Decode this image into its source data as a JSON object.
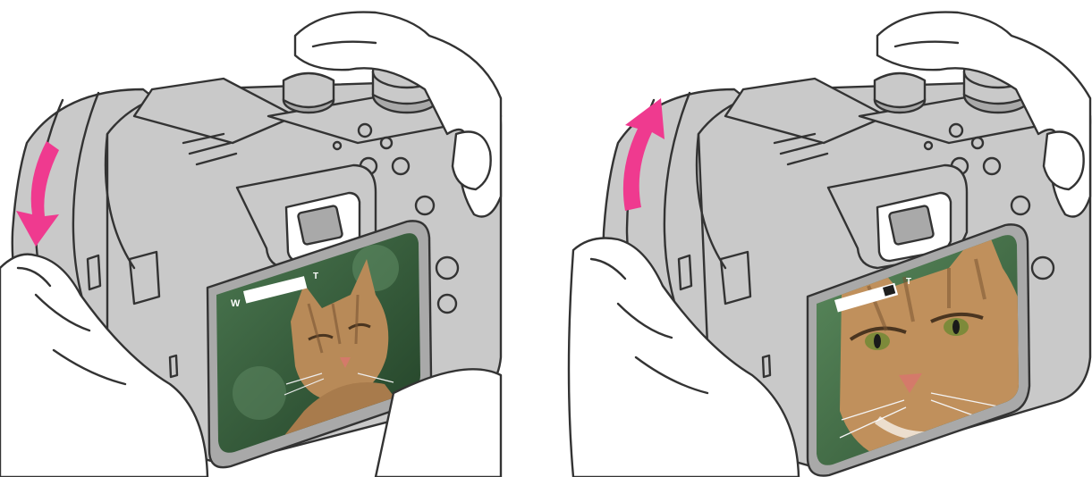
{
  "illustrations": [
    {
      "id": "zoom-out",
      "rotation": "down",
      "subject_size": "small"
    },
    {
      "id": "zoom-in",
      "rotation": "up",
      "subject_size": "large"
    }
  ],
  "colors": {
    "arrow": "#ef3a8f",
    "camera_body": "#c9c9c9",
    "outline": "#333333",
    "screen_bg": "#2f5a35",
    "cat_fur": "#b88a58"
  },
  "icons": [
    "zoom-ring-arrow-down-icon",
    "zoom-ring-arrow-up-icon",
    "zoom-scale-bar-icon"
  ]
}
